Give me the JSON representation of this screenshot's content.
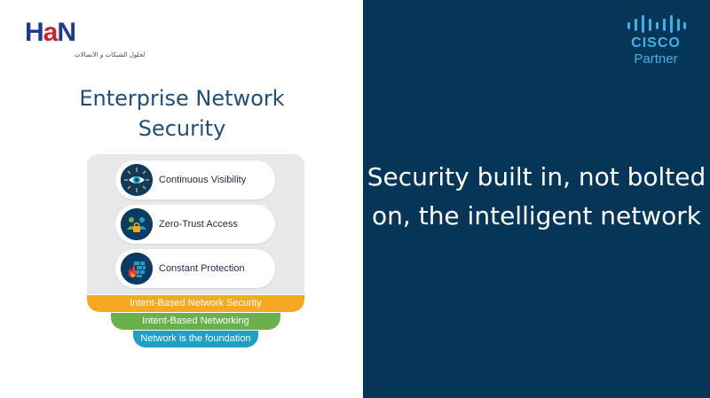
{
  "logo": {
    "letters": [
      "H",
      "a",
      "N"
    ],
    "subtext": "لحلول الشبكات و الاتصالات",
    "colors": {
      "primary": "#1f3a8a",
      "accent": "#c62828"
    }
  },
  "left": {
    "title": "Enterprise Network Security",
    "items": [
      {
        "label": "Continuous Visibility",
        "icon": "eye-icon"
      },
      {
        "label": "Zero-Trust Access",
        "icon": "users-lock-icon"
      },
      {
        "label": "Constant Protection",
        "icon": "firewall-icon"
      }
    ],
    "bands": [
      {
        "label": "Intent-Based Network Security",
        "color": "#f7a823"
      },
      {
        "label": "Intent-Based Networking",
        "color": "#6ab04c"
      },
      {
        "label": "Network is the foundation",
        "color": "#1f9fc4"
      }
    ]
  },
  "right": {
    "background": "#053657",
    "cisco": {
      "word": "CISCO",
      "partner": "Partner",
      "color": "#3eb1e6",
      "icon": "cisco-bridge-icon"
    },
    "headline": "Security built in, not bolted on, the intelligent network"
  }
}
